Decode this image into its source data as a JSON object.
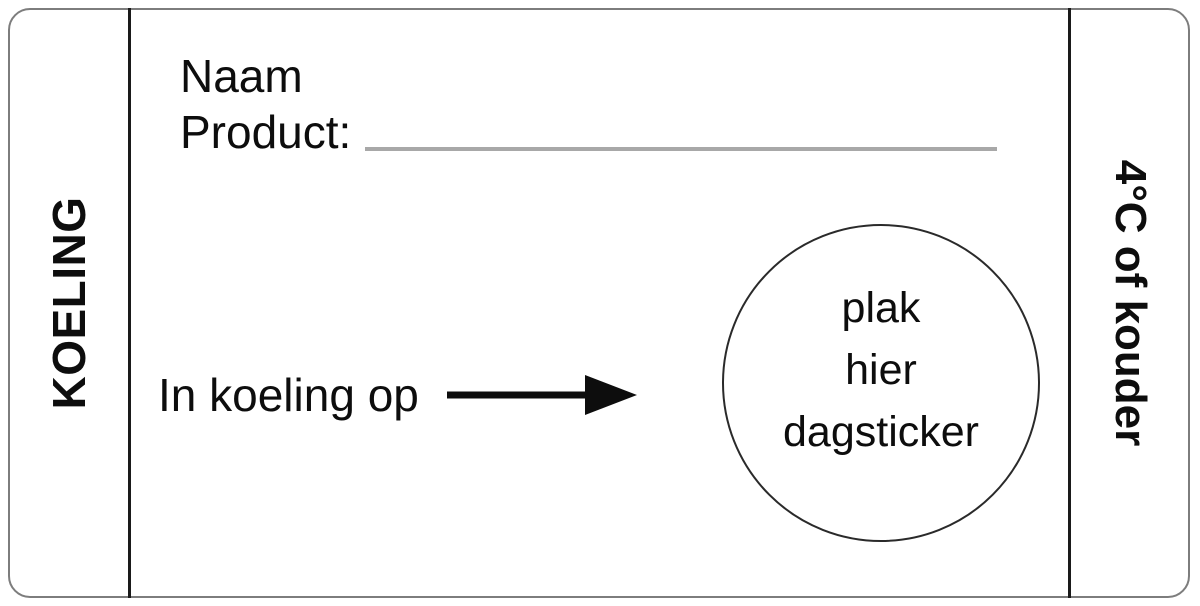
{
  "label": {
    "type": "koeling-storage-label",
    "left_panel": {
      "text": "KOELING",
      "orientation": "rotated-90-ccw"
    },
    "right_panel": {
      "text": "4°C of kouder",
      "orientation": "rotated-90-cw"
    },
    "main": {
      "product_field": {
        "line1": "Naam",
        "line2": "Product:",
        "write_line": true
      },
      "instruction": {
        "text": "In koeling op",
        "arrow_icon": "arrow-right-icon"
      },
      "sticker_circle": {
        "lines": [
          "plak",
          "hier",
          "dagsticker"
        ]
      }
    },
    "colors": {
      "frame_border": "#7d7d7d",
      "divider": "#1a1a1a",
      "text": "#0d0d0d",
      "write_line": "#a8a8a8",
      "circle_border": "#2a2a2a",
      "background": "#ffffff"
    }
  }
}
